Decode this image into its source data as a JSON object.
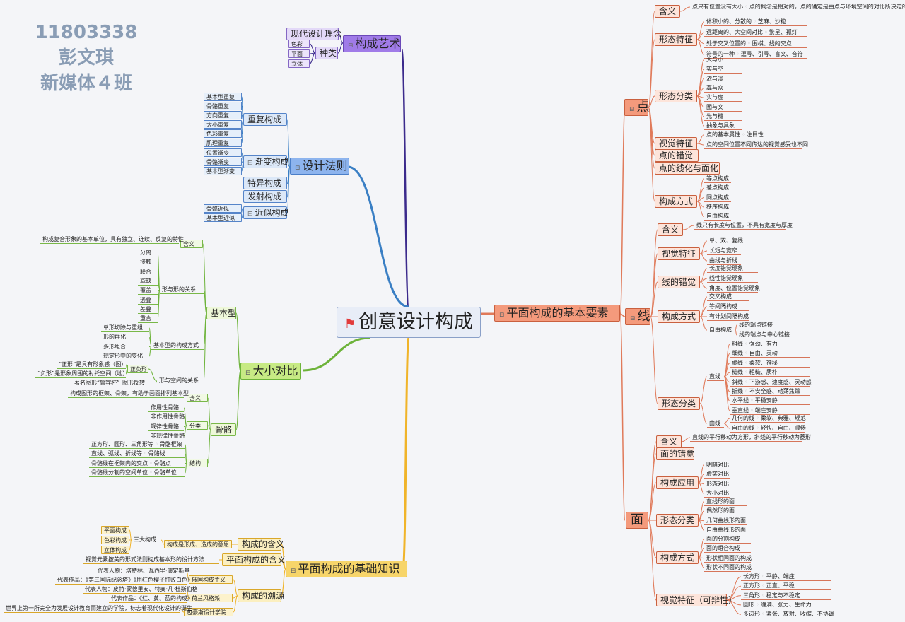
{
  "author": {
    "id": "11803338",
    "name": "彭文琪",
    "class": "新媒体４班"
  },
  "root": {
    "label": "创意设计构成",
    "icon": "flag-icon",
    "flag_color": "#e23b3b"
  },
  "art": {
    "label": "构成艺术",
    "concept": "现代设计理念",
    "kinds_label": "种类",
    "kinds": [
      "色彩",
      "平面",
      "立体"
    ]
  },
  "law": {
    "label": "设计法则",
    "repeat": {
      "label": "重复构成",
      "items": [
        "基本型重复",
        "骨骼重复",
        "方向重复",
        "大小重复",
        "色彩重复",
        "肌理重复"
      ]
    },
    "gradual": {
      "label": "渐变构成",
      "items": [
        "位置渐变",
        "骨骼渐变",
        "基本型渐变"
      ]
    },
    "special": "特异构成",
    "radial": "发射构成",
    "similar": {
      "label": "近似构成",
      "items": [
        "骨骼近似",
        "基本型近似"
      ]
    }
  },
  "size": {
    "label": "大小对比",
    "basic": {
      "label": "基本型",
      "meaning_label": "含义",
      "meaning_text": "构成复合形象的基本单位，具有独立、连续、反复的特性",
      "relation_label": "形与形的关系",
      "relation_items": [
        "分离",
        "接触",
        "联合",
        "减缺",
        "覆盖",
        "透叠",
        "差叠",
        "重合"
      ],
      "method_label": "基本型的构成方式",
      "method_items": [
        "单形切除与重组",
        "形的群化",
        "多形组合",
        "规定形中的变化"
      ],
      "space_label": "形与空间的关系",
      "positive_label": "正负形",
      "positive_items": [
        "“正形”是具有形象感（图）",
        "“负形”是形象周围的衬托空间（地）"
      ],
      "reverse_label": "图形反转",
      "reverse_item": "著名图形“鲁宾杯”"
    },
    "skeleton": {
      "label": "骨骼",
      "meaning_label": "含义",
      "meaning_text": "构成图形的框架、骨架，有助于画面排列基本型",
      "class_label": "分类",
      "class_items": [
        "作用性骨骼",
        "非作用性骨骼",
        "规律性骨骼",
        "非规律性骨骼"
      ],
      "struct_label": "结构",
      "struct_items": [
        {
          "text": "正方形、圆形、三角形等",
          "key": "骨骼框架"
        },
        {
          "text": "直线、弧线、折线等",
          "key": "骨骼线"
        },
        {
          "text": "骨骼线在框架内的交点",
          "key": "骨骼点"
        },
        {
          "text": "骨骼线分割的空间单位",
          "key": "骨骼单位"
        }
      ]
    }
  },
  "basics": {
    "label": "平面构成的基础知识",
    "meaning": {
      "label": "构成的含义",
      "detail": "构成是形成、造成的意思",
      "three_label": "三大构成",
      "three_items": [
        "平面构成",
        "色彩构成",
        "立体构成"
      ]
    },
    "plane": {
      "label": "平面构成的含义",
      "detail": "视觉元素按美的形式法则构成基本形的设计方法"
    },
    "origin": {
      "label": "构成的溯源",
      "russian": {
        "label": "俄国构成主义",
        "people": "代表人物：塔特林、瓦西里·康定斯基",
        "works": "代表作品：《第三国际纪念塔》《用红色楔子打败白色》"
      },
      "dutch": {
        "label": "荷兰风格派",
        "people": "代表人物：皮特·蒙德里安、特奥·凡·杜斯伯格",
        "works": "代表作品：《红、黄、蓝的构成》"
      },
      "bauhaus": {
        "label": "包豪斯设计学院",
        "desc": "世界上第一所完全为发展设计教育而建立的学院，标志着现代化设计的诞生"
      }
    }
  },
  "elements": {
    "label": "平面构成的基本要素",
    "dot": {
      "label": "点",
      "meaning": {
        "label": "含义",
        "text": "点只有位置没有大小",
        "note": "点的概念是相对的，点的确定是由点与环境空间的对比所决定的。"
      },
      "form": {
        "label": "形态特征",
        "items": [
          {
            "text": "体积小的、分散的",
            "note": "芝麻、沙粒"
          },
          {
            "text": "远距离的、大空间对比",
            "note": "繁星、孤灯"
          },
          {
            "text": "处于交叉位置的",
            "note": "围棋、线的交点"
          },
          {
            "text": "符号的一种",
            "note": "逗号、引号、盲文、音符"
          }
        ]
      },
      "classify": {
        "label": "形态分类",
        "items": [
          "大与小",
          "实与空",
          "浓与淡",
          "寡与众",
          "实与虚",
          "图与文",
          "光与糙",
          "抽象与具象"
        ]
      },
      "visual": {
        "label": "视觉特征",
        "items": [
          {
            "text": "点的基本属性",
            "note": "注目性"
          },
          {
            "text": "点的空间位置不同传达的视觉感受也不同",
            "note": ""
          }
        ]
      },
      "illusion": "点的错觉",
      "linearize": "点的线化与面化",
      "method": {
        "label": "构成方式",
        "items": [
          "等点构成",
          "差点构成",
          "网点构成",
          "秩序构成",
          "自由构成"
        ]
      }
    },
    "line": {
      "label": "线",
      "marker": "⊟",
      "meaning": {
        "label": "含义",
        "text": "线只有长度与位置，不具有宽度与厚度"
      },
      "visual": {
        "label": "视觉特征",
        "items": [
          "单、双、复线",
          "长短与宽窄",
          "曲线与折线"
        ]
      },
      "illusion": {
        "label": "线的错觉",
        "items": [
          "长度错觉现象",
          "线性错觉现象",
          "角度、位置错觉现象"
        ]
      },
      "method": {
        "label": "构成方式",
        "items": [
          "交叉构成",
          "等间隔构成",
          "有计划间隔构成"
        ],
        "free_label": "自由构成",
        "free_items": [
          "线的端点链接",
          "线的端点与中心链接"
        ]
      },
      "classify": {
        "label": "形态分类",
        "straight_label": "直线",
        "straight": [
          {
            "text": "粗线",
            "note": "强劲、有力"
          },
          {
            "text": "细线",
            "note": "自由、灵动"
          },
          {
            "text": "虚线",
            "note": "柔软、神秘"
          },
          {
            "text": "糙线",
            "note": "粗糙、质朴"
          },
          {
            "text": "斜线",
            "note": "下游感、速度感、灵动感"
          },
          {
            "text": "折线",
            "note": "不安全感、动荡焦躁"
          },
          {
            "text": "水平线",
            "note": "平稳安静"
          },
          {
            "text": "垂直线",
            "note": "端庄安静"
          }
        ],
        "curve_label": "曲线",
        "curve": [
          {
            "text": "几何的线",
            "note": "柔软、典雅、规范"
          },
          {
            "text": "自由的线",
            "note": "轻快、自由、顺畅"
          }
        ]
      }
    },
    "face": {
      "label": "面",
      "meaning": {
        "label": "含义",
        "text": "直线的平行移动为方形，斜线的平行移动为菱形"
      },
      "illusion": "面的错觉",
      "apply": {
        "label": "构成应用",
        "items": [
          "明暗对比",
          "虚实对比",
          "形态对比",
          "大小对比"
        ]
      },
      "classify": {
        "label": "形态分类",
        "items": [
          "直线形的面",
          "偶然形的面",
          "几何曲线形的面",
          "自由曲线形的面"
        ]
      },
      "method": {
        "label": "构成方式",
        "items": [
          "面的分割构成",
          "面的组合构成",
          "形状相同面的构成",
          "形状不同面的构成"
        ]
      },
      "visual": {
        "label": "视觉特征（可辩性）",
        "items": [
          {
            "text": "长方形",
            "note": "平静、端庄"
          },
          {
            "text": "正方形",
            "note": "正直、平稳"
          },
          {
            "text": "三角形",
            "note": "稳定与不稳定"
          },
          {
            "text": "圆形",
            "note": "缠满、张力、生命力"
          },
          {
            "text": "多边形",
            "note": "紧张、放射、收缩、不协调"
          }
        ]
      }
    }
  },
  "branch_colors": {
    "art": "#3b2a8c",
    "law": "#3a7fc4",
    "size": "#6db33a",
    "basics": "#f0b42a",
    "elements": "#e07a5a"
  }
}
